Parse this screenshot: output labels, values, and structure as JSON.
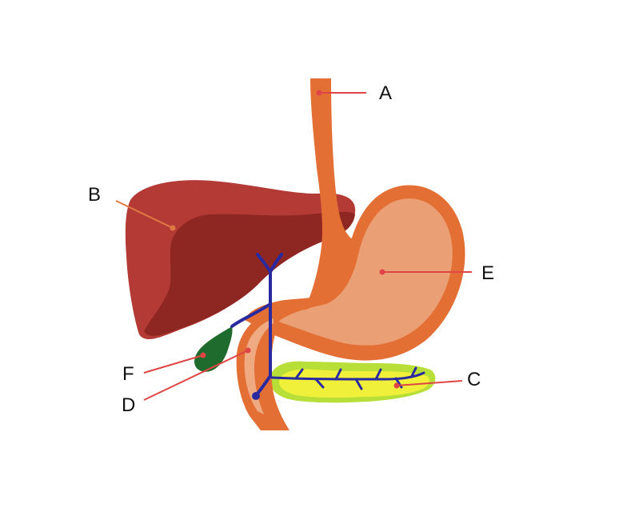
{
  "labels": {
    "A": "A",
    "B": "B",
    "C": "C",
    "D": "D",
    "E": "E",
    "F": "F"
  },
  "colors": {
    "liver": "#b33a35",
    "liver_shadow": "#8e2622",
    "esophagus_stomach_wall": "#e36f35",
    "stomach_inner": "#eb9f75",
    "duodenum_inner": "#efaa82",
    "pancreas": "#f0f03a",
    "pancreas_lobes": "#b8df38",
    "ducts": "#2a2aa0",
    "gallbladder": "#1f6b2e",
    "pointer_red": "#e04545",
    "pointer_orange": "#e07a45"
  }
}
